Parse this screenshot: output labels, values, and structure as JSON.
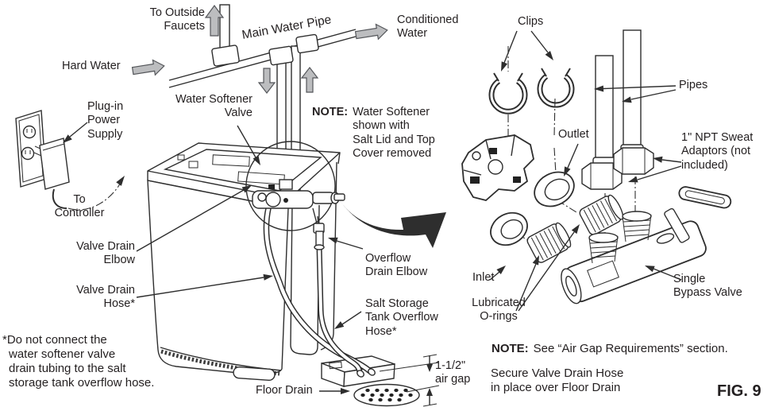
{
  "figure_label": "FIG. 9",
  "colors": {
    "text": "#231f20",
    "line": "#2e2e2e",
    "flow_arrow_fill": "#bcbdbf",
    "flow_arrow_stroke": "#54565a"
  },
  "labels": {
    "to_outside_faucets": "To Outside\nFaucets",
    "main_water_pipe": "Main Water Pipe",
    "conditioned_water": "Conditioned\nWater",
    "hard_water": "Hard Water",
    "plug_in_power_supply": "Plug-in\nPower\nSupply",
    "to_controller": "To\nController",
    "water_softener_valve": "Water Softener\nValve",
    "valve_drain_elbow": "Valve Drain\nElbow",
    "valve_drain_hose": "Valve Drain\nHose*",
    "overflow_drain_elbow": "Overflow\nDrain Elbow",
    "salt_storage_tank_overflow_hose": "Salt Storage\nTank Overflow\nHose*",
    "air_gap": "1-1/2\"\nair gap",
    "floor_drain": "Floor Drain",
    "clips": "Clips",
    "pipes": "Pipes",
    "outlet": "Outlet",
    "npt_sweat_adaptors": "1\" NPT Sweat\nAdaptors (not\nincluded)",
    "inlet": "Inlet",
    "lubricated_orings": "Lubricated\nO-rings",
    "single_bypass_valve": "Single\nBypass Valve"
  },
  "notes": {
    "softener_note": {
      "label": "NOTE:",
      "text": "Water Softener\nshown with\nSalt Lid and Top\nCover removed"
    },
    "air_gap_note": {
      "label": "NOTE:",
      "text": "See “Air Gap Requirements” section."
    },
    "secure_hose_note": "Secure Valve Drain Hose\nin place over Floor Drain",
    "footnote": "*Do not connect the\nwater softener valve\ndrain tubing to the salt\nstorage tank overflow hose."
  }
}
